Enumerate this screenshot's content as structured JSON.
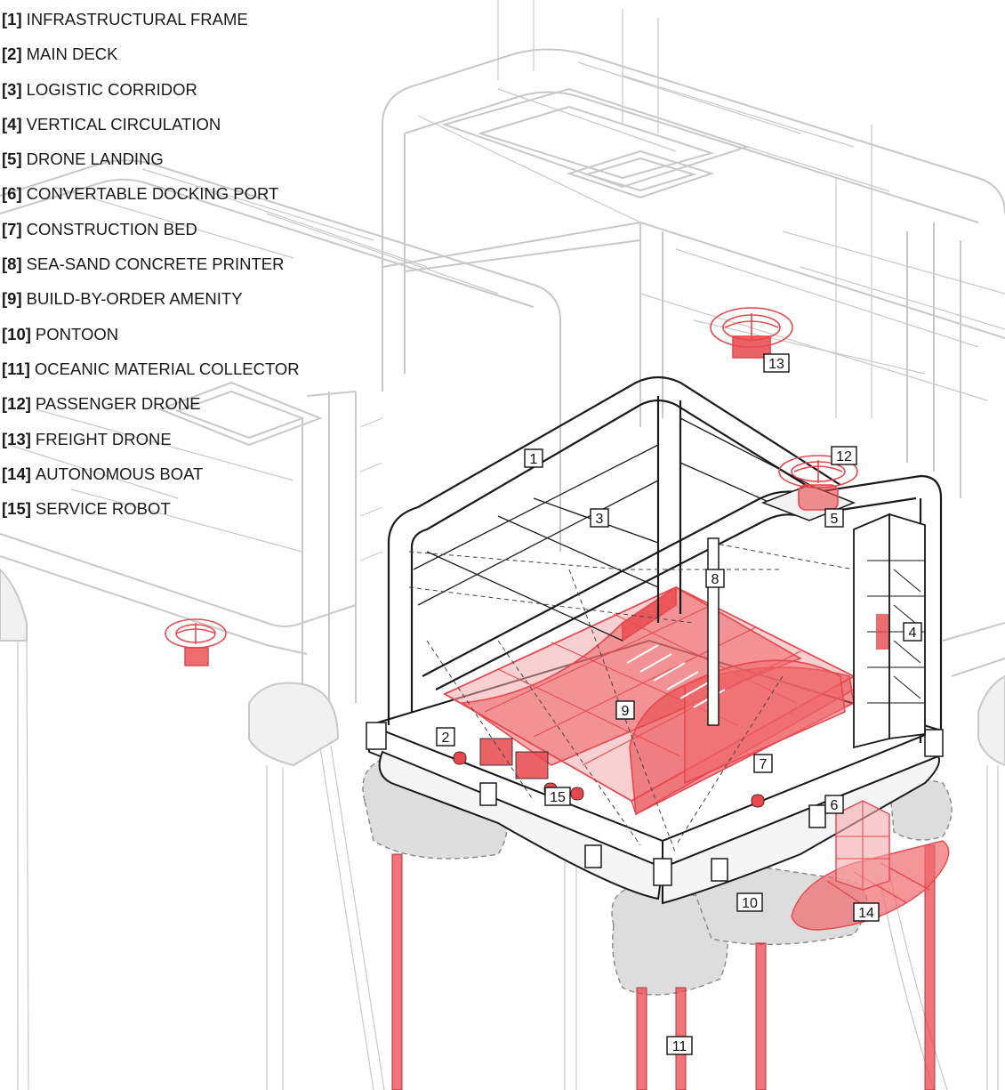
{
  "legend": [
    {
      "num": "[1]",
      "label": "INFRASTRUCTURAL FRAME"
    },
    {
      "num": "[2]",
      "label": "MAIN DECK"
    },
    {
      "num": "[3]",
      "label": "LOGISTIC CORRIDOR"
    },
    {
      "num": "[4]",
      "label": "VERTICAL CIRCULATION"
    },
    {
      "num": "[5]",
      "label": "DRONE LANDING"
    },
    {
      "num": "[6]",
      "label": "CONVERTABLE DOCKING PORT"
    },
    {
      "num": "[7]",
      "label": "CONSTRUCTION BED"
    },
    {
      "num": "[8]",
      "label": "SEA-SAND CONCRETE PRINTER"
    },
    {
      "num": "[9]",
      "label": "BUILD-BY-ORDER AMENITY"
    },
    {
      "num": "[10]",
      "label": "PONTOON"
    },
    {
      "num": "[11]",
      "label": "OCEANIC MATERIAL COLLECTOR"
    },
    {
      "num": "[12]",
      "label": "PASSENGER DRONE"
    },
    {
      "num": "[13]",
      "label": "FREIGHT DRONE"
    },
    {
      "num": "[14]",
      "label": "AUTONOMOUS BOAT"
    },
    {
      "num": "[15]",
      "label": "SERVICE ROBOT"
    }
  ],
  "callouts": {
    "c1": "1",
    "c2": "2",
    "c3": "3",
    "c4": "4",
    "c5": "5",
    "c6": "6",
    "c7": "7",
    "c8": "8",
    "c9": "9",
    "c10": "10",
    "c11": "11",
    "c12": "12",
    "c13": "13",
    "c14": "14",
    "c15": "15"
  },
  "colors": {
    "accent": "#e8474c",
    "accent_fill": "#f4a9ab",
    "line": "#1a1a1a",
    "ghost_line": "#c8c8c8",
    "pontoon": "#dddddd"
  }
}
